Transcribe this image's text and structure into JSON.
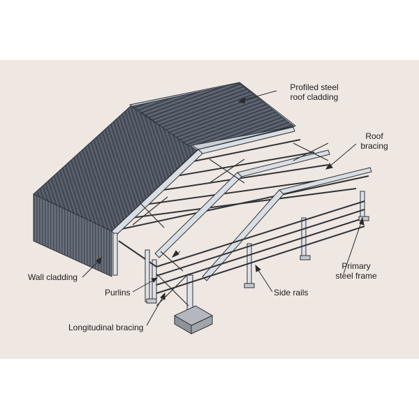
{
  "colors": {
    "panel_background": "#efe7e2",
    "cladding_dark": "#4d5562",
    "cladding_light": "#aeb4bd",
    "frame_fill": "#d9dde4",
    "frame_stroke": "#2f3338",
    "leader_line": "#2a2a2a",
    "text": "#1c1c1c"
  },
  "labels": {
    "roof_cladding": {
      "line1": "Profiled steel",
      "line2": "roof cladding"
    },
    "roof_bracing": {
      "line1": "Roof",
      "line2": "bracing"
    },
    "primary_frame": {
      "line1": "Primary",
      "line2": "steel frame"
    },
    "wall_cladding": "Wall cladding",
    "purlins": "Purlins",
    "side_rails": "Side rails",
    "longitudinal_bracing": "Longitudinal bracing"
  }
}
